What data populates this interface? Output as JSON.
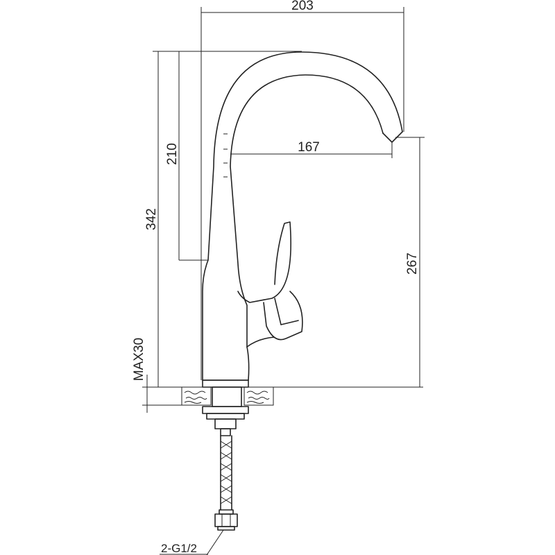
{
  "dimensions": {
    "overall_width": "203",
    "overall_height": "342",
    "spout_height": "210",
    "spout_reach": "167",
    "outlet_height": "267",
    "max_thickness": "MAX30",
    "connection": "2-G1/2"
  },
  "colors": {
    "line": "#222222",
    "background": "#ffffff"
  }
}
